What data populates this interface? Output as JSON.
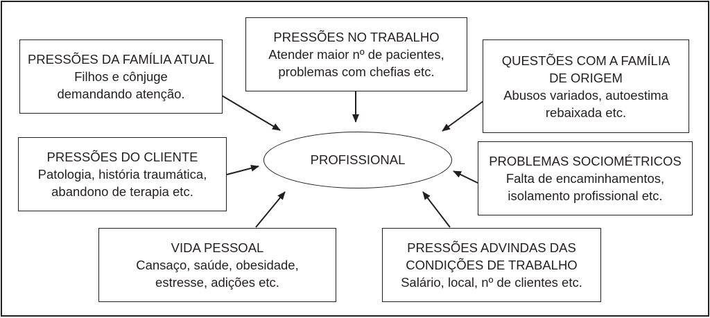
{
  "diagram": {
    "center": "PROFISSIONAL",
    "boxes": {
      "familia_atual": {
        "title": "PRESSÕES DA FAMÍLIA ATUAL",
        "line1": "Filhos e cônjuge",
        "line2": "demandando atenção."
      },
      "trabalho": {
        "title": "PRESSÕES NO TRABALHO",
        "line1": "Atender maior nº de pacientes,",
        "line2": "problemas com chefias etc."
      },
      "familia_origem": {
        "title1": "QUESTÕES COM A FAMÍLIA",
        "title2": "DE ORIGEM",
        "line1": "Abusos variados, autoestima",
        "line2": "rebaixada etc."
      },
      "cliente": {
        "title": "PRESSÕES DO CLIENTE",
        "line1": "Patologia, história traumática,",
        "line2": "abandono de terapia etc."
      },
      "sociometricos": {
        "title": "PROBLEMAS SOCIOMÉTRICOS",
        "line1": "Falta de encaminhamentos,",
        "line2": "isolamento profissional etc."
      },
      "vida_pessoal": {
        "title": "VIDA PESSOAL",
        "line1": "Cansaço, saúde, obesidade,",
        "line2": "estresse, adições etc."
      },
      "condicoes": {
        "title1": "PRESSÕES ADVINDAS DAS",
        "title2": "CONDIÇÕES DE TRABALHO",
        "line1": "Salário, local, nº de clientes etc."
      }
    }
  }
}
